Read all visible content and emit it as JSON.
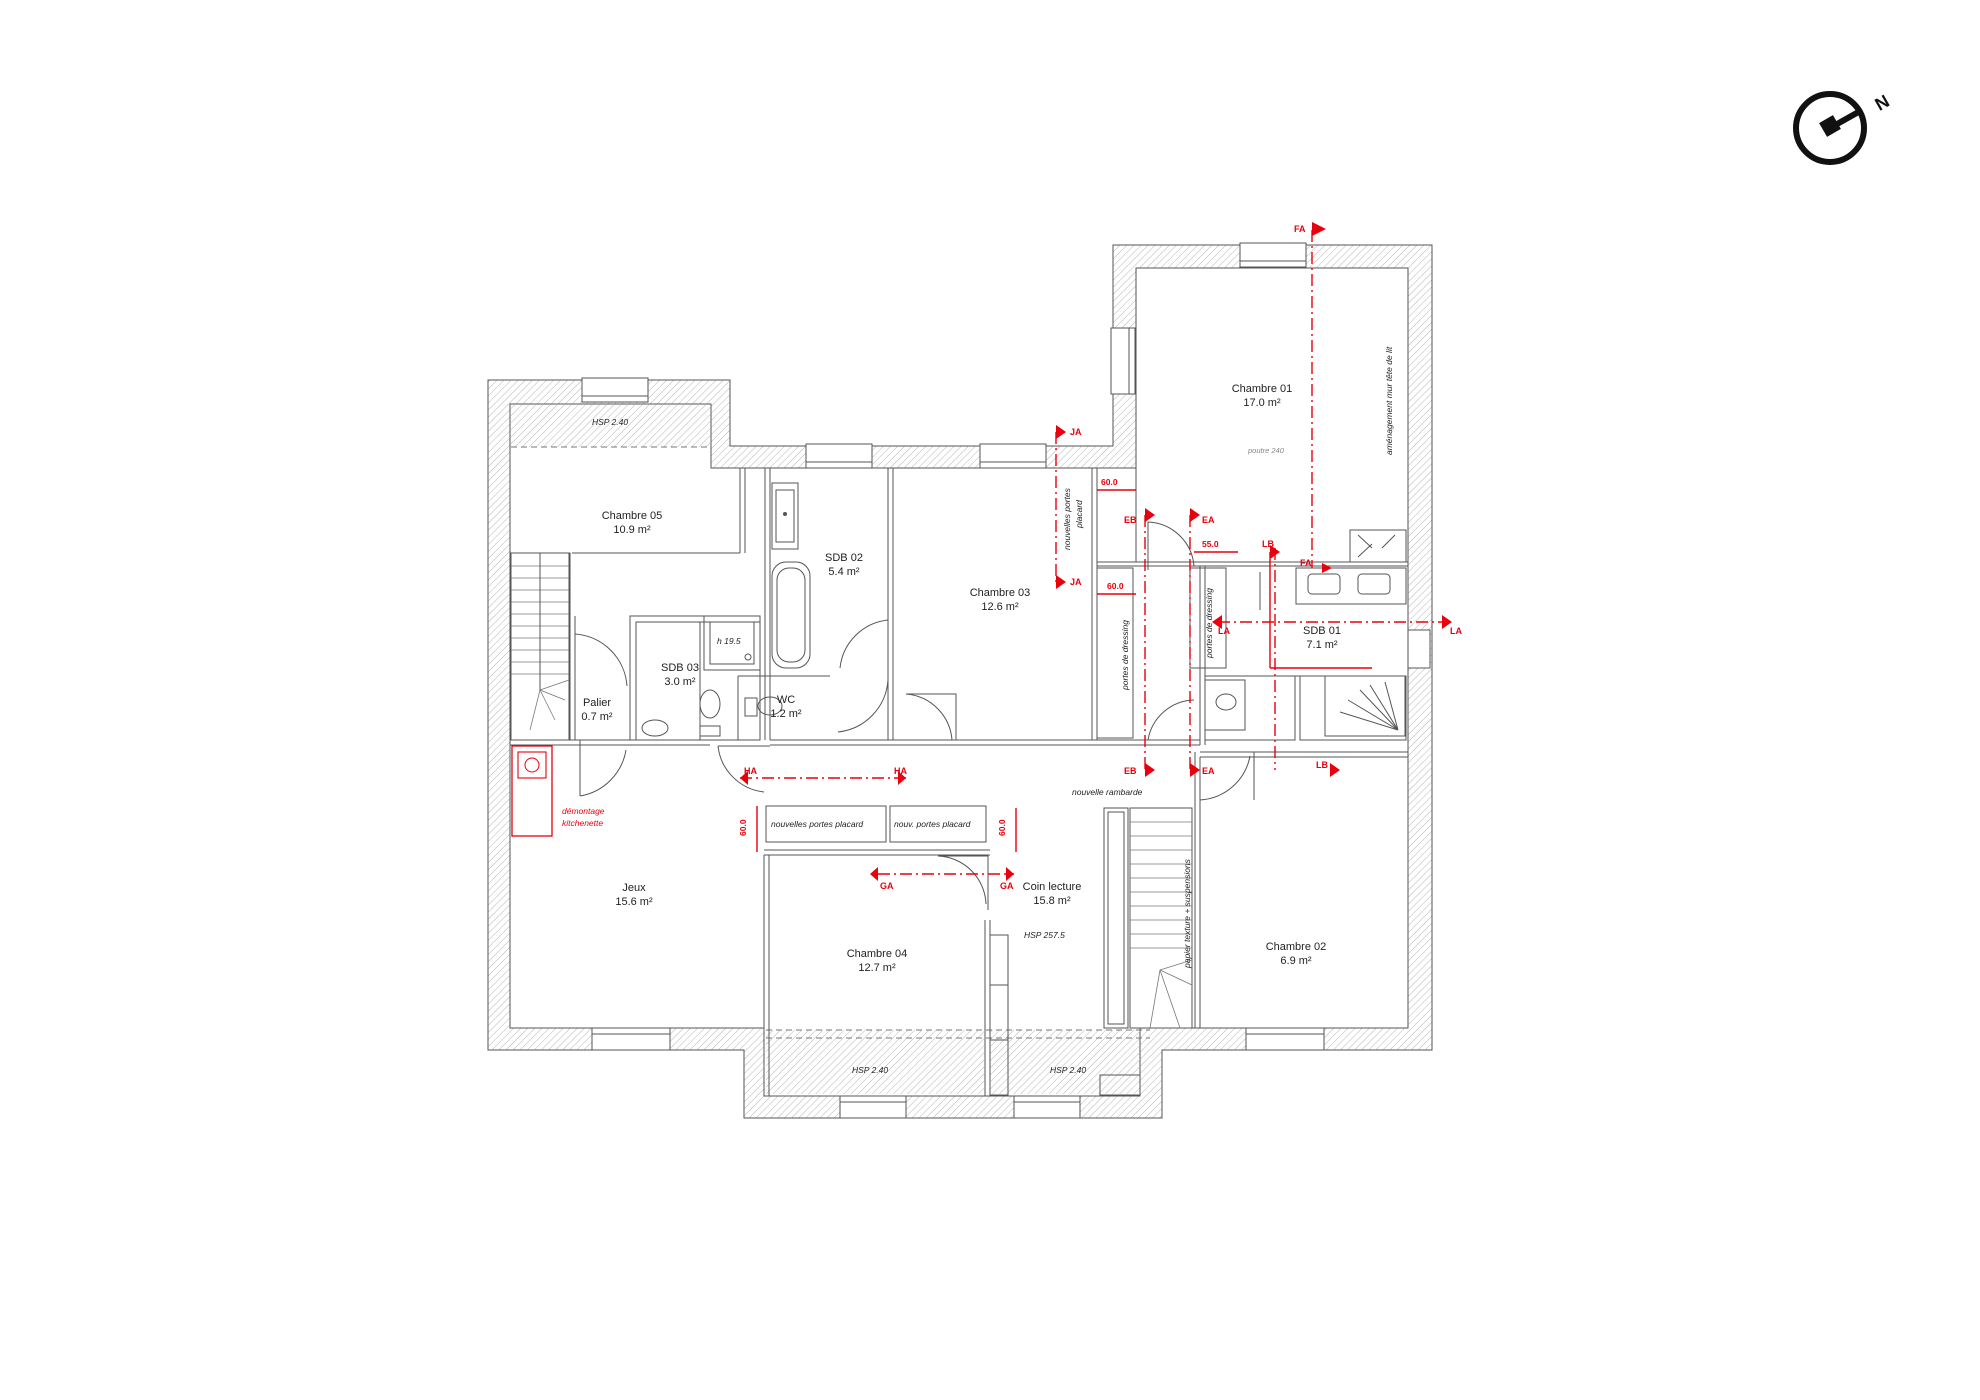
{
  "rooms": {
    "chambre05": {
      "name": "Chambre 05",
      "area": "10.9 m²"
    },
    "chambre01": {
      "name": "Chambre 01",
      "area": "17.0 m²"
    },
    "sdb02": {
      "name": "SDB 02",
      "area": "5.4 m²"
    },
    "chambre03": {
      "name": "Chambre 03",
      "area": "12.6 m²"
    },
    "sdb03": {
      "name": "SDB 03",
      "area": "3.0 m²"
    },
    "wc": {
      "name": "WC",
      "area": "1.2 m²"
    },
    "palier": {
      "name": "Palier",
      "area": "0.7 m²"
    },
    "sdb01": {
      "name": "SDB 01",
      "area": "7.1 m²"
    },
    "jeux": {
      "name": "Jeux",
      "area": "15.6 m²"
    },
    "coin": {
      "name": "Coin lecture",
      "area": "15.8 m²"
    },
    "chambre04": {
      "name": "Chambre 04",
      "area": "12.7 m²"
    },
    "chambre02": {
      "name": "Chambre 02",
      "area": "6.9 m²"
    }
  },
  "notes": {
    "hsp_top": "HSP 2.40",
    "hsp_bottom_left": "HSP 2.40",
    "hsp_bottom_right": "HSP 2.40",
    "hsp_coin": "HSP 257.5",
    "poutre": "poutre 240",
    "amenagement": "aménagement mur tête de lit",
    "h_shower": "h 19.5",
    "nouvelles_portes_placard_v_1": "nouvelles portes",
    "nouvelles_portes_placard_v_2": "placard",
    "portes_dressing_1": "portes de dressing",
    "portes_dressing_2": "portes de dressing",
    "nouvelles_portes_placard_h": "nouvelles portes placard",
    "nouv_portes_placard": "nouv. portes placard",
    "nouvelle_rambarde": "nouvelle rambarde",
    "papier_texture": "papier texture + suspensions",
    "demontage_1": "démontage",
    "demontage_2": "kitchenette"
  },
  "dimensions": {
    "d60_top": "60.0",
    "d60_mid": "60.0",
    "d55": "55.0",
    "d60_left": "60.0",
    "d60_right": "60.0"
  },
  "section_marks": {
    "FA": "FA",
    "FA2": "FA",
    "JA": "JA",
    "JA2": "JA",
    "EB": "EB",
    "EB2": "EB",
    "EA": "EA",
    "EA2": "EA",
    "LB": "LB",
    "LB2": "LB",
    "LA": "LA",
    "LA2": "LA",
    "HA": "HA",
    "HA2": "HA",
    "GA": "GA",
    "GA2": "GA"
  },
  "compass": {
    "label": "N"
  },
  "colors": {
    "annotation": "#e8000d",
    "wall": "#555555",
    "hatch": "#b0b0b0"
  }
}
